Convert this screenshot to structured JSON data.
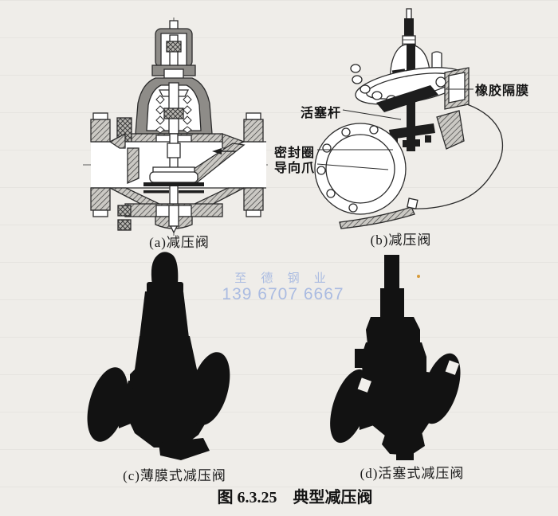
{
  "figure": {
    "caption_number": "图 6.3.25",
    "caption_title": "典型减压阀",
    "subfigures": {
      "a": {
        "caption": "(a)减压阀",
        "type": "cross-section drawing"
      },
      "b": {
        "caption": "(b)减压阀",
        "type": "cutaway perspective drawing",
        "labels": {
          "rubber_diaphragm": "橡胶隔膜",
          "piston_rod": "活塞杆",
          "seal_ring": "密封圈",
          "guide_claw": "导向爪"
        }
      },
      "c": {
        "caption": "(c)薄膜式减压阀",
        "type": "photo silhouette"
      },
      "d": {
        "caption": "(d)活塞式减压阀",
        "type": "photo silhouette"
      }
    }
  },
  "watermark": {
    "line1": "至 德 钢 业",
    "line2": "139 6707 6667",
    "color": "#9fb3e0"
  },
  "page": {
    "background": "#efede9"
  }
}
